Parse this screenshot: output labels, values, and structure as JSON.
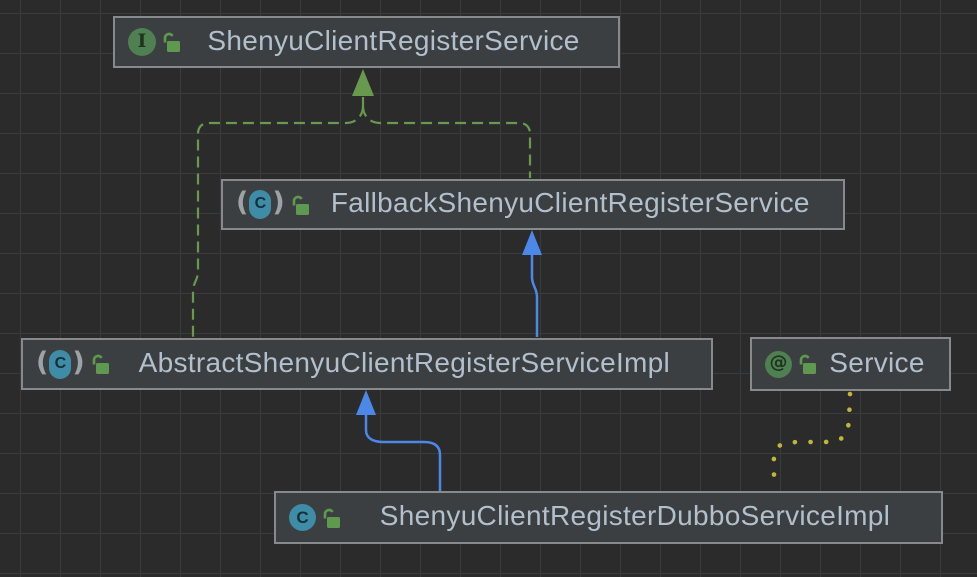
{
  "diagram": {
    "tool": "uml-class-diagram",
    "nodes": [
      {
        "name": "ShenyuClientRegisterService",
        "type": "interface",
        "badge": "I",
        "visibility": "public"
      },
      {
        "name": "FallbackShenyuClientRegisterService",
        "type": "abstract-class",
        "badge": "C",
        "paren_open": "(",
        "paren_close": ")",
        "visibility": "public"
      },
      {
        "name": "AbstractShenyuClientRegisterServiceImpl",
        "type": "abstract-class",
        "badge": "C",
        "paren_open": "(",
        "paren_close": ")",
        "visibility": "public"
      },
      {
        "name": "Service",
        "type": "annotation",
        "badge": "@",
        "visibility": "public"
      },
      {
        "name": "ShenyuClientRegisterDubboServiceImpl",
        "type": "class",
        "badge": "C",
        "visibility": "public"
      }
    ],
    "edges": [
      {
        "from": "FallbackShenyuClientRegisterService",
        "to": "ShenyuClientRegisterService",
        "relation": "realization",
        "style": "dashed-green-hollow-arrow"
      },
      {
        "from": "AbstractShenyuClientRegisterServiceImpl",
        "to": "ShenyuClientRegisterService",
        "relation": "realization",
        "style": "dashed-green-hollow-arrow"
      },
      {
        "from": "AbstractShenyuClientRegisterServiceImpl",
        "to": "FallbackShenyuClientRegisterService",
        "relation": "extends",
        "style": "solid-blue-arrow"
      },
      {
        "from": "ShenyuClientRegisterDubboServiceImpl",
        "to": "AbstractShenyuClientRegisterServiceImpl",
        "relation": "extends",
        "style": "solid-blue-arrow"
      },
      {
        "from": "ShenyuClientRegisterDubboServiceImpl",
        "to": "Service",
        "relation": "annotation-dependency",
        "style": "dotted-yellow"
      }
    ],
    "colors": {
      "background": "#2b2b2b",
      "grid_line": "#393b3c",
      "node_fill": "#3c3f41",
      "node_border": "#87898c",
      "label_text": "#b2bfcc",
      "interface_icon_green": "#4e8052",
      "class_icon_teal": "#3e8ca6",
      "lock_icon_green": "#5f9950",
      "realization_green": "#68994f",
      "extends_blue": "#4c88e8",
      "annotation_yellow": "#c3b53b"
    }
  }
}
